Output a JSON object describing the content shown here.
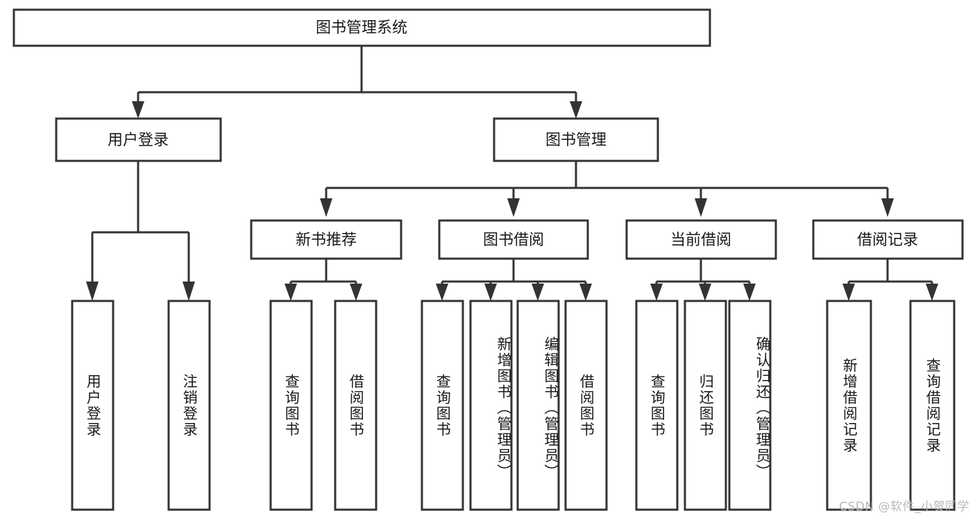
{
  "diagram": {
    "title": "图书管理系统",
    "watermark": "CSDN @软件_小贺同学",
    "colors": {
      "box_stroke": "#333333",
      "box_fill": "#ffffff",
      "text": "#1a1a1a",
      "watermark": "#b9b9b9",
      "background": "#ffffff"
    },
    "root": {
      "label": "图书管理系统"
    },
    "level2": [
      {
        "label": "用户登录"
      },
      {
        "label": "图书管理"
      }
    ],
    "level3": [
      {
        "label": "新书推荐"
      },
      {
        "label": "图书借阅"
      },
      {
        "label": "当前借阅"
      },
      {
        "label": "借阅记录"
      }
    ],
    "leaves": {
      "user_login": [
        {
          "label": "用户登录"
        },
        {
          "label": "注销登录"
        }
      ],
      "new_book_recommend": [
        {
          "label": "查询图书"
        },
        {
          "label": "借阅图书"
        }
      ],
      "book_borrow": [
        {
          "label": "查询图书"
        },
        {
          "label": "新增图书（管理员）"
        },
        {
          "label": "编辑图书（管理员）"
        },
        {
          "label": "借阅图书"
        }
      ],
      "current_borrow": [
        {
          "label": "查询图书"
        },
        {
          "label": "归还图书"
        },
        {
          "label": "确认归还（管理员）"
        }
      ],
      "borrow_record": [
        {
          "label": "新增借阅记录"
        },
        {
          "label": "查询借阅记录"
        }
      ]
    }
  }
}
